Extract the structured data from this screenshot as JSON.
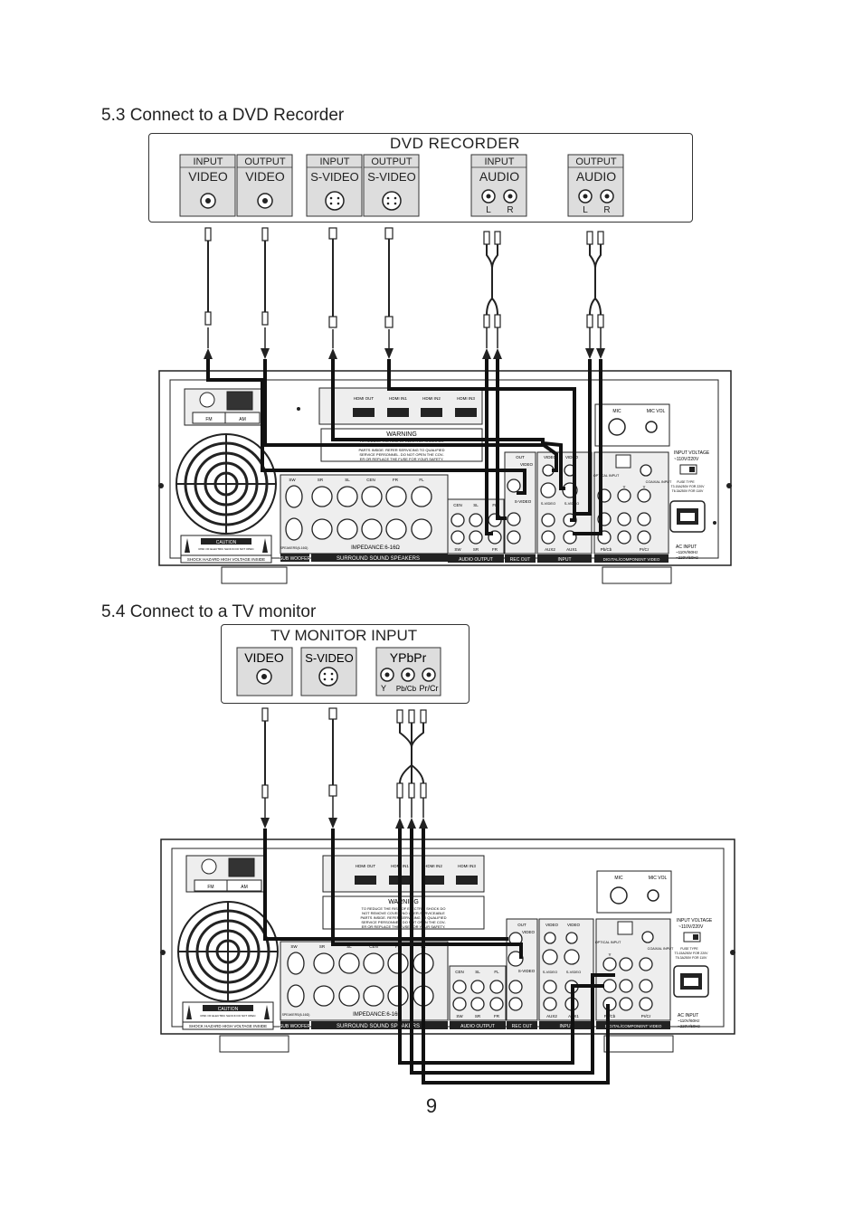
{
  "section1": {
    "title": "5.3 Connect to a DVD Recorder",
    "device": {
      "name": "DVD RECORDER",
      "jacks": [
        {
          "top": "INPUT",
          "main": "VIDEO"
        },
        {
          "top": "OUTPUT",
          "main": "VIDEO"
        },
        {
          "top": "INPUT",
          "main": "S-VIDEO"
        },
        {
          "top": "OUTPUT",
          "main": "S-VIDEO"
        },
        {
          "top": "INPUT",
          "main": "AUDIO"
        },
        {
          "top": "OUTPUT",
          "main": "AUDIO"
        }
      ],
      "l": "L",
      "r": "R"
    }
  },
  "section2": {
    "title": "5.4 Connect to a TV monitor",
    "device": {
      "name": "TV MONITOR INPUT",
      "video": "VIDEO",
      "svideo": "S-VIDEO",
      "ypbpr": "YPbPr",
      "y": "Y",
      "pb": "Pb/Cb",
      "pr": "Pr/Cr"
    }
  },
  "receiver": {
    "fm": "FM",
    "am": "AM",
    "hdmi": [
      "HDMI OUT",
      "HDMI IN1",
      "HDMI IN2",
      "HDMI IN3"
    ],
    "warning": "WARNING",
    "warning_lines": [
      "TO REDUCE THE RISK OF ELECTRIC SHOCK DO",
      "NOT REMOVE COVER. NO USER-SERVICEABLE",
      "PARTS INSIDE. REFER SERVICING TO QUALIFIED",
      "SERVICE PERSONNEL. DO NOT OPEN THE COV-",
      "ER OR REPLACE THE FUSE FOR YOUR SAFETY."
    ],
    "mic": "MIC",
    "mic_vol": "MIC VOL",
    "speakers": [
      "SW",
      "SR",
      "SL",
      "CEN",
      "FR",
      "FL"
    ],
    "impedance": "IMPEDANCE:6-16Ω",
    "speakers_label": "SPEAKERS(6-16Ω)",
    "caution": "CAUTION",
    "caution_sub": "RISK OF ELECTRIC SHOCK DO NOT OPEN",
    "shock": "SHOCK HAZARD  HIGH VOLTAGE INSIDE",
    "sub_woofer": "SUB WOOFER",
    "surround": "SURROUND SOUND SPEAKERS",
    "audio_out_labels": [
      "CEN",
      "SL",
      "FL",
      "SW",
      "SR",
      "FR"
    ],
    "audio_output": "AUDIO OUTPUT",
    "rec_out": "REC OUT",
    "out": "OUT",
    "video": "VIDEO",
    "svideo": "S-VIDEO",
    "aux2": "AUX2",
    "aux1": "AUX1",
    "input": "INPUT",
    "optical": "OPTICAL INPUT",
    "coaxial": "COAXIAL INPUT",
    "comp_y": "Y",
    "comp_pb": "Pb/Cb",
    "comp_pr": "Pr/Cr",
    "dcv": "DIGITAL/COMPONENT VIDEO",
    "input_voltage": "INPUT VOLTAGE",
    "voltage": "~110V/220V",
    "fuse": [
      "FUSE TYPE",
      "T3.15A250V FOR 220V",
      "T6.3A250V FOR 110V"
    ],
    "ac_input": "AC INPUT",
    "ac1": "~110V/60Hz",
    "ac2": "~220V/50Hz"
  },
  "page_number": "9"
}
